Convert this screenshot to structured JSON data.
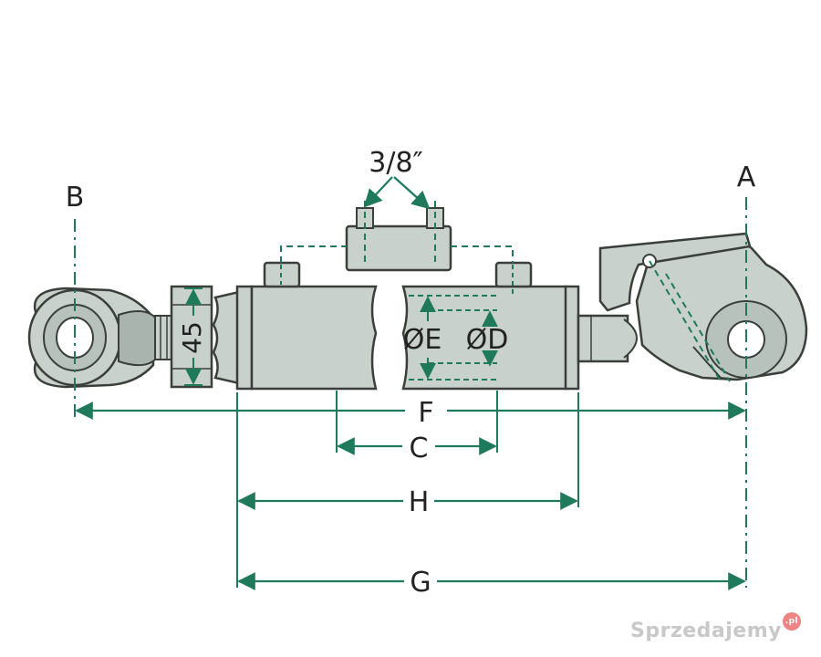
{
  "colors": {
    "dimension": "#1e7a5a",
    "body_fill": "#c9d1cc",
    "body_stroke": "#3a3f3c",
    "shade": "#aab4ae"
  },
  "labels": {
    "thread": "3/8″",
    "A": "A",
    "B": "B",
    "C": "C",
    "D": "ØD",
    "E": "ØE",
    "F": "F",
    "G": "G",
    "H": "H",
    "width": "45"
  },
  "watermark": {
    "brand": "Sprzedajemy",
    "badge": ".pl"
  }
}
